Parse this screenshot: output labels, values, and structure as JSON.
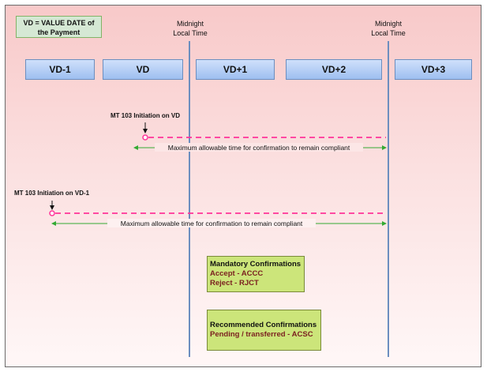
{
  "legend": {
    "line1": "VD = VALUE DATE of",
    "line2": "the Payment"
  },
  "midnight": [
    {
      "line1": "Midnight",
      "line2": "Local Time"
    },
    {
      "line1": "Midnight",
      "line2": "Local Time"
    }
  ],
  "value_dates": [
    "VD-1",
    "VD",
    "VD+1",
    "VD+2",
    "VD+3"
  ],
  "initiations": [
    {
      "label": "MT 103 Initiation on VD",
      "window_label": "Maximum allowable time for confirmation to remain compliant"
    },
    {
      "label": "MT 103 Initiation on VD-1",
      "window_label": "Maximum allowable time for confirmation to remain compliant"
    }
  ],
  "mandatory": {
    "title": "Mandatory Confirmations",
    "items": [
      "Accept - ACCC",
      "Reject - RJCT"
    ]
  },
  "recommended": {
    "title": "Recommended Confirmations",
    "items": [
      "Pending / transferred - ACSC"
    ]
  },
  "colors": {
    "dashed_line": "#ff3399",
    "window_arrow": "#33aa33",
    "midnight_line": "#6c8ebf"
  }
}
